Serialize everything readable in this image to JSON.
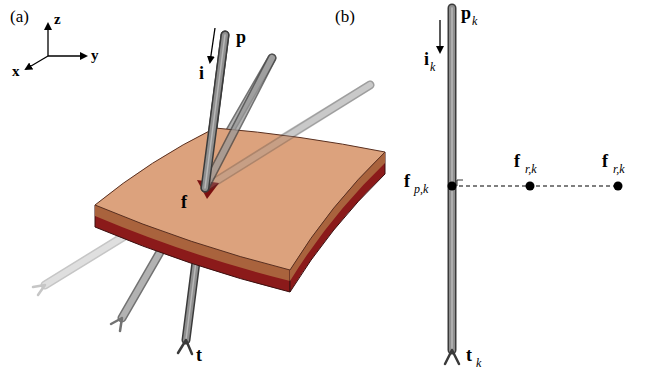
{
  "diagram": {
    "labels": [
      "(a)",
      "z",
      "y",
      "x",
      "p",
      "i",
      "f",
      "t",
      "(b)",
      "p",
      "k",
      "i",
      "k",
      "f",
      "p,k",
      "f",
      "r,k",
      "f",
      "r,k",
      "t",
      "k"
    ]
  }
}
